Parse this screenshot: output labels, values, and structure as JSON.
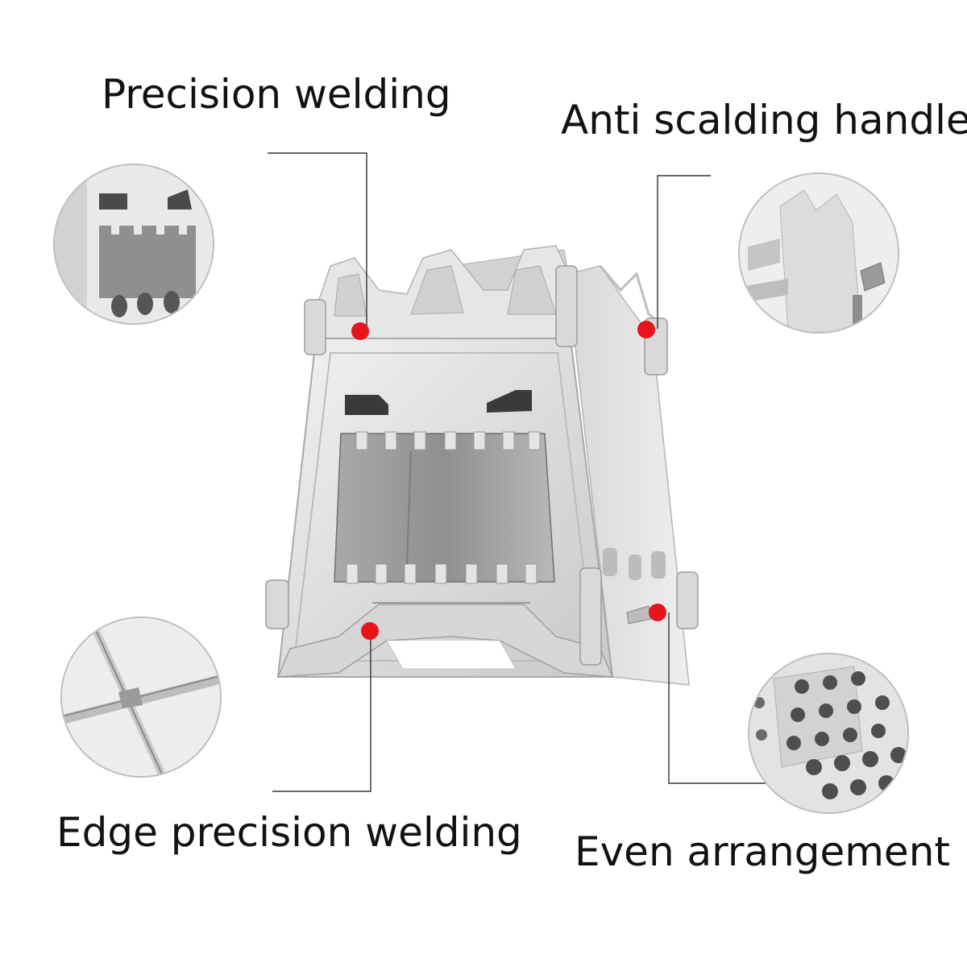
{
  "callouts": {
    "top_left": {
      "label": "Precision welding",
      "icon": "welded-window-closeup"
    },
    "top_right": {
      "label": "Anti scalding handle",
      "icon": "handle-tab-closeup"
    },
    "bottom_left": {
      "label": "Edge precision welding",
      "icon": "cross-brace-closeup"
    },
    "bottom_right": {
      "label": "Even arrangement",
      "icon": "perforated-holes-closeup"
    }
  },
  "colors": {
    "marker": "#e8141b",
    "leader_line": "#333333",
    "metal_light": "#e9e9e9",
    "metal_mid": "#cfcfcf",
    "metal_dark": "#9a9a9a",
    "text": "#111111"
  }
}
